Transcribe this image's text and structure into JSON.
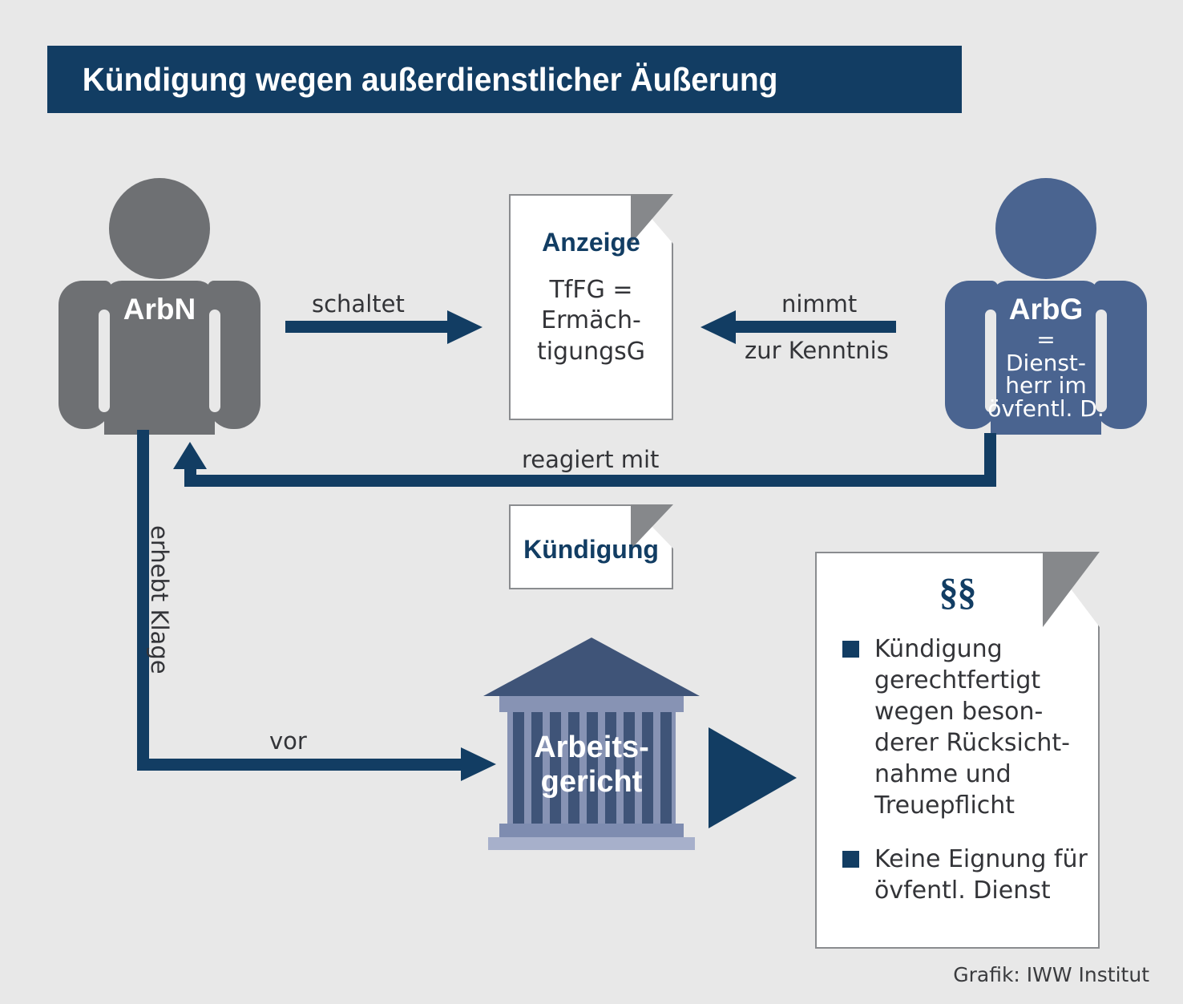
{
  "header": {
    "title": "Kündigung wegen außerdienstlicher Äußerung"
  },
  "actors": {
    "employee": {
      "label": "ArbN",
      "sub": ""
    },
    "employer": {
      "label": "ArbG",
      "sub": "=\nDienst-\nherr im\növfentl. D."
    }
  },
  "documents": {
    "notice": {
      "title": "Anzeige",
      "body": "TfFG =\nErmäch-\ntigungsG"
    },
    "termination": {
      "title": "Kündigung"
    },
    "law": {
      "symbol": "§§",
      "bullets": [
        "Kündigung\ngerechtfertigt\nwegen beson-\nderer Rücksicht-\nnahme und\nTreuepflicht",
        "Keine Eignung für\növfentl. Dienst"
      ]
    }
  },
  "court": {
    "name": "Arbeits-\ngericht"
  },
  "arrows": {
    "schaltet": "schaltet",
    "nimmt_top": "nimmt",
    "nimmt_bottom": "zur Kenntnis",
    "reagiert": "reagiert mit",
    "erhebt_klage": "erhebt Klage",
    "vor": "vor"
  },
  "footer": {
    "credit": "Grafik: IWW Institut"
  },
  "colors": {
    "background": "#e8e8e8",
    "navy": "#123d63",
    "slate_blue": "#4a6490",
    "gray_person": "#6e7073",
    "fold_gray": "#86888b",
    "text_dark": "#333438"
  }
}
